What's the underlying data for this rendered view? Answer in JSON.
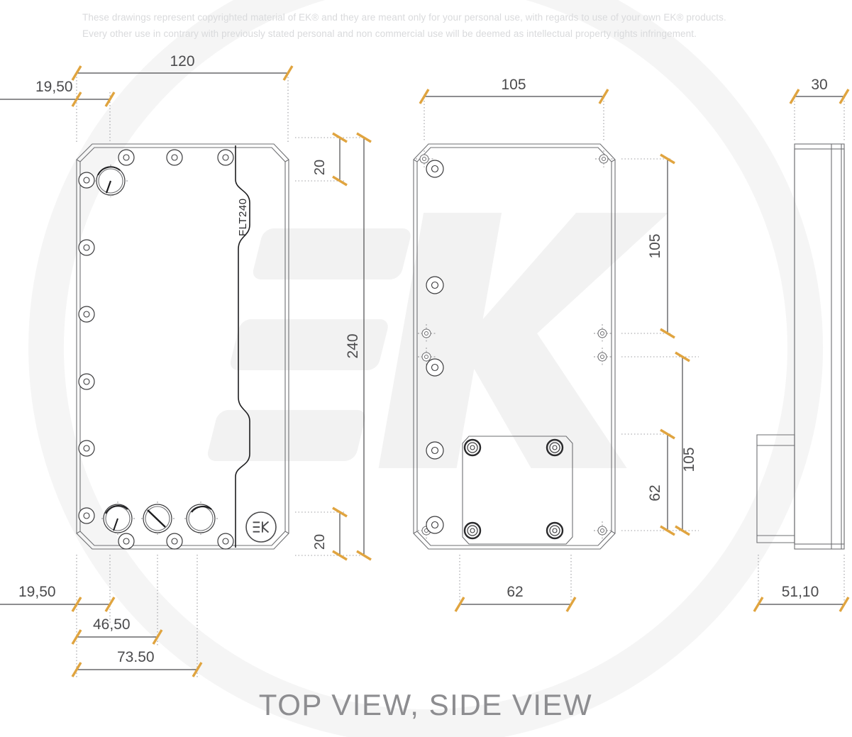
{
  "document": {
    "title": "TOP VIEW, SIDE VIEW",
    "part_label": "FLT240",
    "brand_mark": "EK",
    "watermark": "EK"
  },
  "copyright": {
    "line1": "These drawings represent copyrighted material of EK® and they are meant only for your personal use, with regards to use of  your own EK® products.",
    "line2": "Every other use in contrary with previously stated personal and non commercial use will be deemed as intellectual property rights infringement."
  },
  "colors": {
    "tick": "#e0a43f",
    "dimension_text": "#4b4b4d",
    "outline": "#6e6f72",
    "title": "#8d8d90",
    "copyright_text": "#d9dadc",
    "watermark": "#f2f2f2",
    "background": "#ffffff"
  },
  "views": {
    "top_view": {
      "name": "top-view",
      "dimensions_top": [
        {
          "label": "19,50",
          "value": 19.5,
          "unit": "mm",
          "orientation": "horizontal"
        },
        {
          "label": "120",
          "value": 120,
          "unit": "mm",
          "orientation": "horizontal"
        }
      ],
      "dimensions_bottom": [
        {
          "label": "19,50",
          "value": 19.5,
          "unit": "mm",
          "orientation": "horizontal"
        },
        {
          "label": "46,50",
          "value": 46.5,
          "unit": "mm",
          "orientation": "horizontal"
        },
        {
          "label": "73.50",
          "value": 73.5,
          "unit": "mm",
          "orientation": "horizontal"
        }
      ],
      "dimensions_right": [
        {
          "label": "20",
          "value": 20,
          "unit": "mm",
          "orientation": "vertical"
        },
        {
          "label": "240",
          "value": 240,
          "unit": "mm",
          "orientation": "vertical"
        },
        {
          "label": "20",
          "value": 20,
          "unit": "mm",
          "orientation": "vertical"
        }
      ]
    },
    "front_view": {
      "name": "front-view",
      "dimensions_top": [
        {
          "label": "105",
          "value": 105,
          "unit": "mm",
          "orientation": "horizontal"
        }
      ],
      "dimensions_bottom": [
        {
          "label": "62",
          "value": 62,
          "unit": "mm",
          "orientation": "horizontal"
        }
      ],
      "dimensions_right": [
        {
          "label": "105",
          "value": 105,
          "unit": "mm",
          "orientation": "vertical"
        },
        {
          "label": "62",
          "value": 62,
          "unit": "mm",
          "orientation": "vertical"
        },
        {
          "label": "105",
          "value": 105,
          "unit": "mm",
          "orientation": "vertical"
        }
      ]
    },
    "side_view": {
      "name": "side-view",
      "dimensions_top": [
        {
          "label": "30",
          "value": 30,
          "unit": "mm",
          "orientation": "horizontal"
        }
      ],
      "dimensions_bottom": [
        {
          "label": "51,10",
          "value": 51.1,
          "unit": "mm",
          "orientation": "horizontal"
        }
      ]
    }
  },
  "labels": {
    "d_19_50_top": "19,50",
    "d_120": "120",
    "d_105_top": "105",
    "d_30": "30",
    "d_20_top": "20",
    "d_240": "240",
    "d_20_bottom": "20",
    "d_105_right_top": "105",
    "d_105_right_bottom": "105",
    "d_62_right": "62",
    "d_19_50_bottom": "19,50",
    "d_46_50": "46,50",
    "d_73_50": "73.50",
    "d_62_bottom": "62",
    "d_51_10": "51,10"
  }
}
